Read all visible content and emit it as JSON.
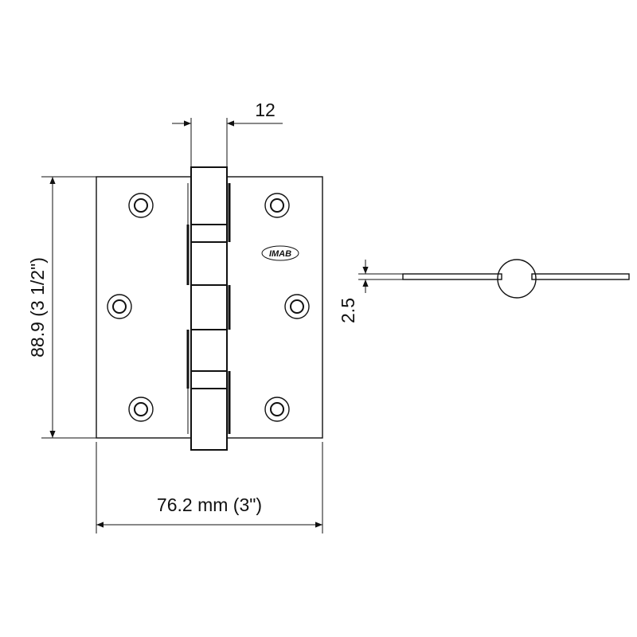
{
  "dimensions": {
    "pin_width": "12",
    "height": "88.9 (3 1/2\")",
    "width": "76.2 mm (3\")",
    "thickness": "2.5"
  },
  "logo": {
    "text": "IMAB"
  },
  "colors": {
    "line": "#111111",
    "background": "#ffffff"
  }
}
